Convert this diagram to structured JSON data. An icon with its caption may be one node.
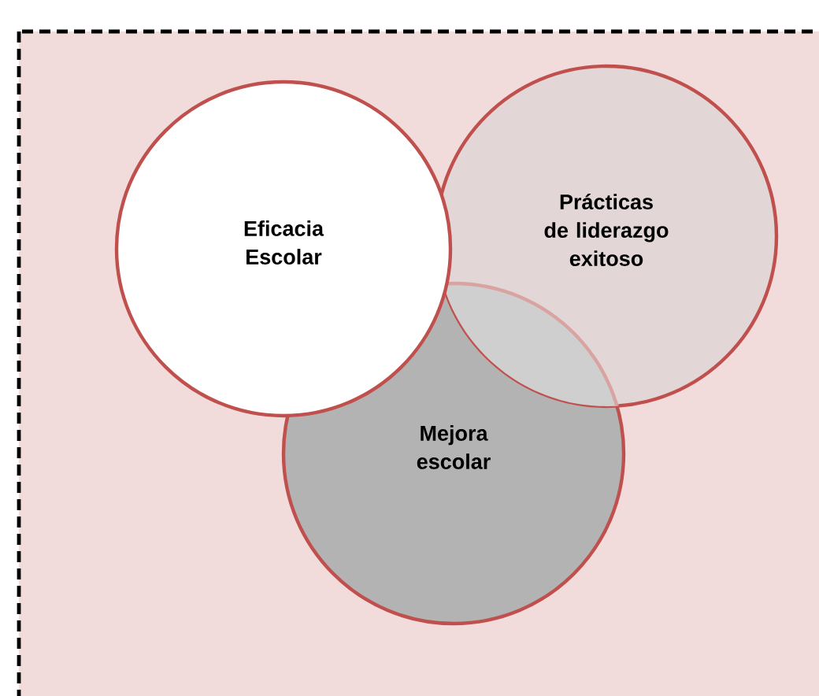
{
  "diagram": {
    "nodes": [
      {
        "text": [
          "Eficacia Escolar"
        ]
      },
      {
        "text": [
          "Prácticas de liderazgo exitoso"
        ]
      },
      {
        "text": [
          "Mejora escolar"
        ]
      }
    ]
  }
}
